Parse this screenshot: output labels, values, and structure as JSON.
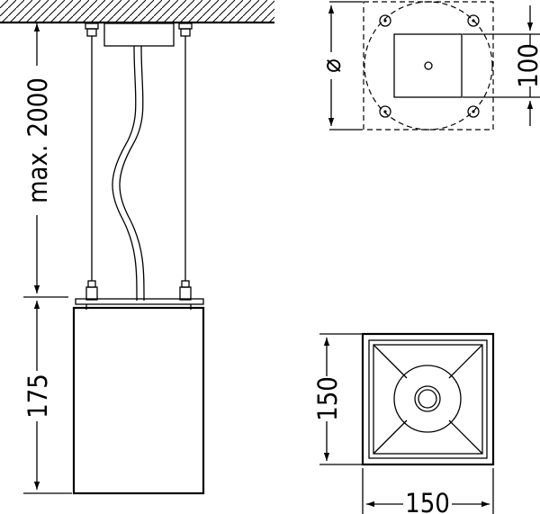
{
  "labels": {
    "max_length": "max. 2000",
    "height": "175",
    "diameter_symbol": "⌀",
    "canopy_size": "100",
    "depth": "150",
    "width": "150"
  }
}
